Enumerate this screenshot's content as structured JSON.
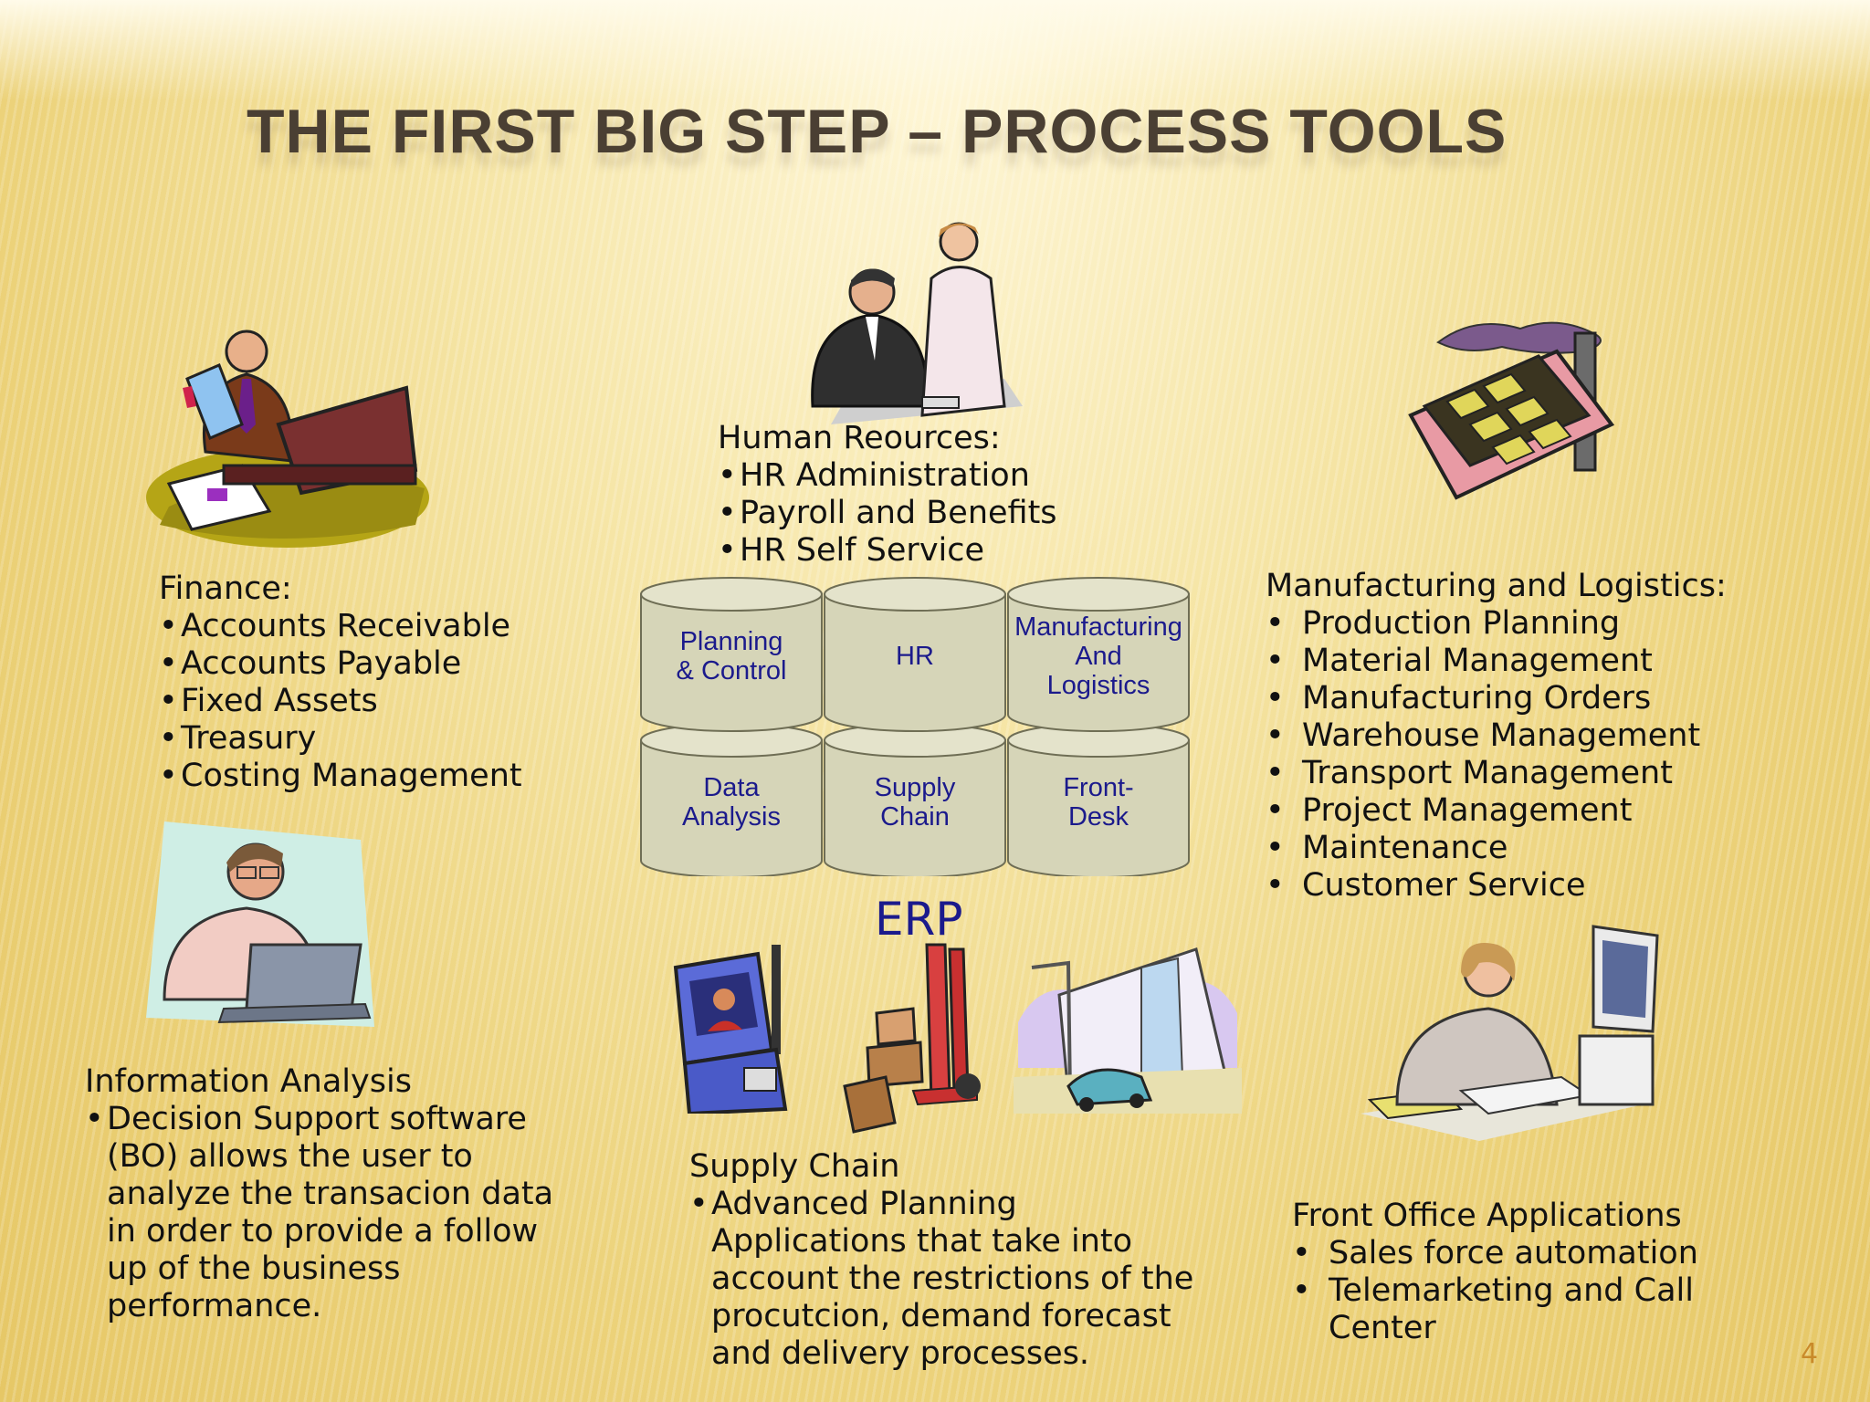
{
  "slide": {
    "title": "THE FIRST BIG STEP – PROCESS TOOLS",
    "page_number": "4"
  },
  "hr": {
    "heading": "Human Reources:",
    "items": [
      "HR Administration",
      "Payroll and Benefits",
      "HR Self Service"
    ]
  },
  "finance": {
    "heading": "Finance:",
    "items": [
      "Accounts Receivable",
      "Accounts Payable",
      "Fixed Assets",
      "Treasury",
      "Costing Management"
    ]
  },
  "manufacturing": {
    "heading": "Manufacturing and Logistics:",
    "items": [
      "Production Planning",
      "Material Management",
      "Manufacturing Orders",
      "Warehouse Management",
      "Transport Management",
      "Project Management",
      "Maintenance",
      "Customer Service"
    ]
  },
  "info_analysis": {
    "heading": "Information Analysis",
    "items": [
      "Decision Support software (BO) allows the user to analyze the transacion data in order to provide a follow up of the business performance."
    ]
  },
  "supply_chain": {
    "heading": "Supply Chain",
    "items": [
      "Advanced Planning Applications that take into account the restrictions of the procutcion, demand forecast and delivery processes."
    ]
  },
  "front_office": {
    "heading": "Front Office Applications",
    "items": [
      "Sales force automation",
      "Telemarketing and Call Center"
    ]
  },
  "erp": {
    "label": "ERP",
    "top_row": [
      [
        "Planning",
        "& Control"
      ],
      [
        "HR"
      ],
      [
        "Manufacturing",
        "And",
        "Logistics"
      ]
    ],
    "bottom_row": [
      [
        "Data",
        "Analysis"
      ],
      [
        "Supply",
        "Chain"
      ],
      [
        "Front-",
        "Desk"
      ]
    ]
  },
  "colors": {
    "title": "#4a3f33",
    "db_text": "#1b1a8c",
    "cylinder": "#d6d5b8",
    "page_number": "#c98a2a"
  },
  "icons": [
    "finance-clipart-icon",
    "hr-clipart-icon",
    "factory-clipart-icon",
    "analyst-clipart-icon",
    "truck-icon",
    "handtruck-icon",
    "building-icon",
    "front-office-clipart-icon"
  ]
}
